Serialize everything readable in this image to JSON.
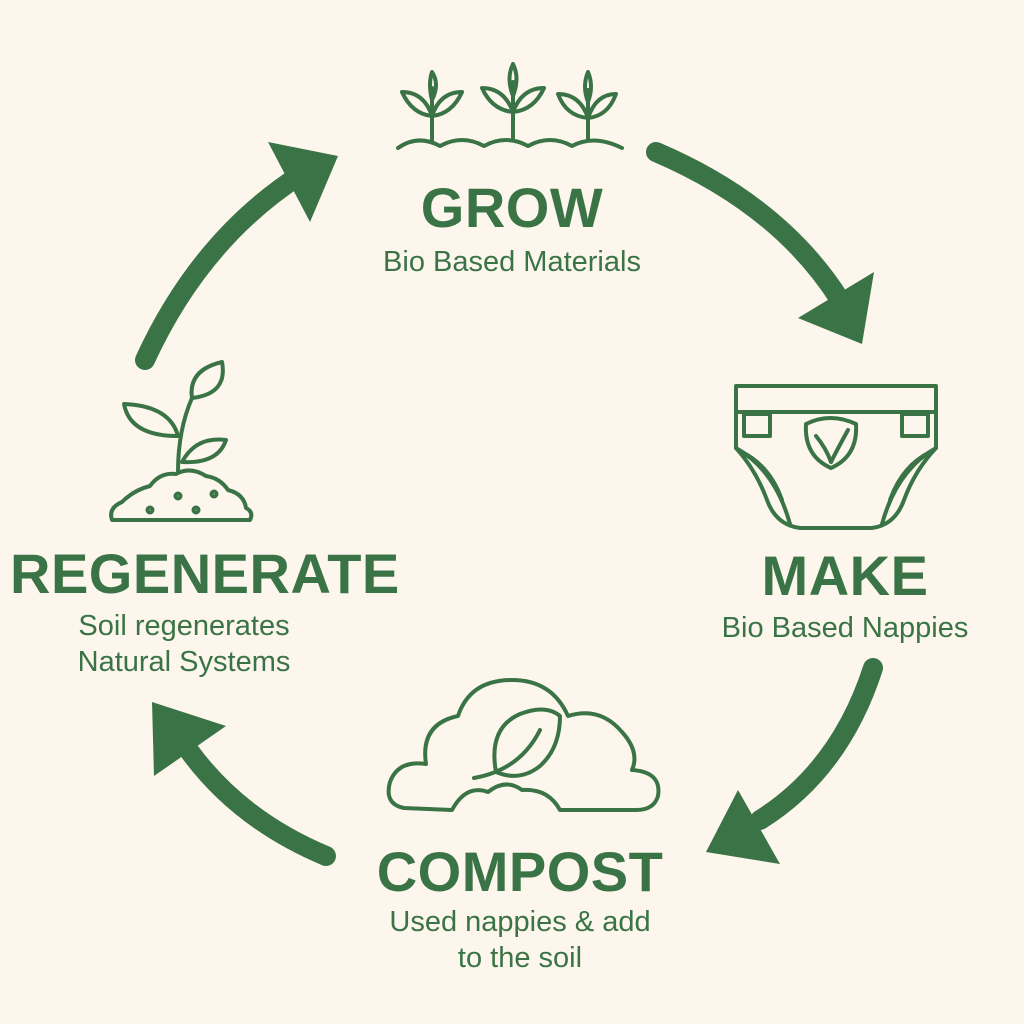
{
  "colors": {
    "background": "#fcf6ec",
    "accent": "#3a7446"
  },
  "stages": {
    "grow": {
      "title": "GROW",
      "subtitle_lines": [
        "Bio Based Materials"
      ],
      "icon": "seedlings-icon"
    },
    "make": {
      "title": "MAKE",
      "subtitle_lines": [
        "Bio Based Nappies"
      ],
      "icon": "nappy-icon"
    },
    "compost": {
      "title": "COMPOST",
      "subtitle_lines": [
        "Used nappies & add",
        "to the soil"
      ],
      "icon": "compost-cloud-icon"
    },
    "regenerate": {
      "title": "REGENERATE",
      "subtitle_lines": [
        "Soil regenerates",
        "Natural Systems"
      ],
      "icon": "sprout-icon"
    }
  },
  "arrows": [
    {
      "name": "arrow-grow-to-make",
      "icon": "curved-arrow-icon"
    },
    {
      "name": "arrow-make-to-compost",
      "icon": "curved-arrow-icon"
    },
    {
      "name": "arrow-compost-to-regenerate",
      "icon": "curved-arrow-icon"
    },
    {
      "name": "arrow-regenerate-to-grow",
      "icon": "curved-arrow-icon"
    }
  ]
}
